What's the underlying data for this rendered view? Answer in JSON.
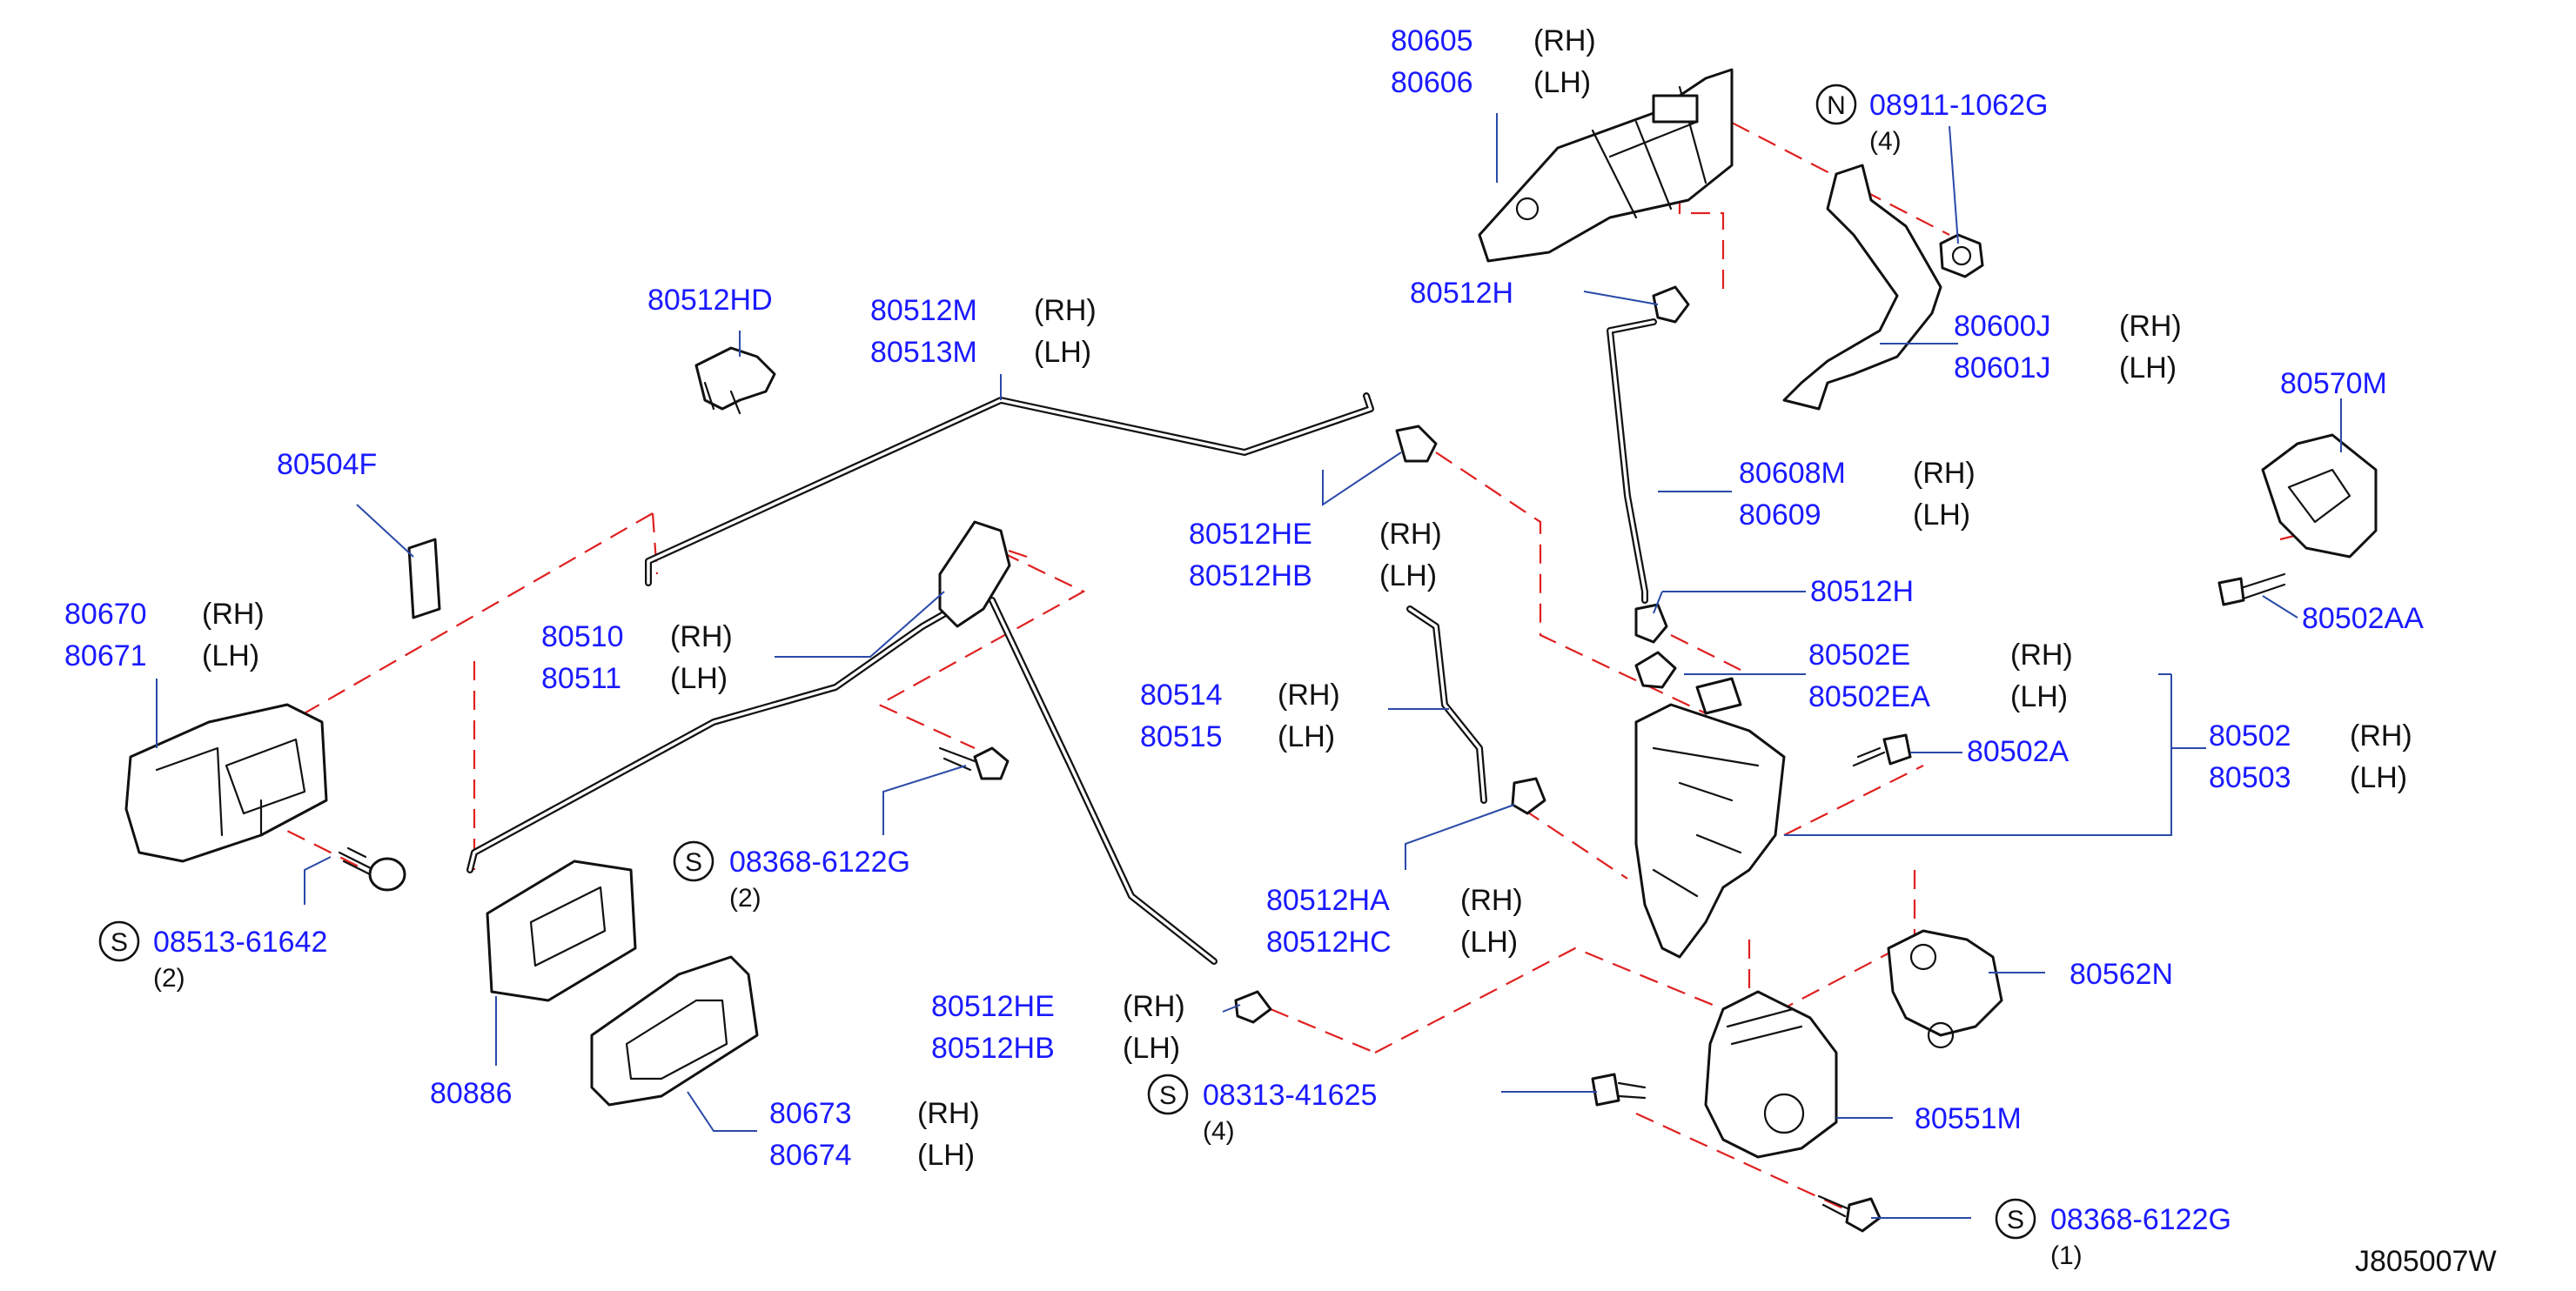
{
  "labels": {
    "l80605": "80605",
    "l80605_side": "(RH)",
    "l80606": "80606",
    "l80606_side": "(LH)",
    "l08911": "08911-1062G",
    "l08911_badge": "N",
    "l08911_qty": "(4)",
    "l80512hd": "80512HD",
    "l80512m": "80512M",
    "l80512m_side": "(RH)",
    "l80513m": "80513M",
    "l80513m_side": "(LH)",
    "l80512h_top": "80512H",
    "l80600j": "80600J",
    "l80600j_side": "(RH)",
    "l80601j": "80601J",
    "l80601j_side": "(LH)",
    "l80570m": "80570M",
    "l80504f": "80504F",
    "l80608m": "80608M",
    "l80608m_side": "(RH)",
    "l80609": "80609",
    "l80609_side": "(LH)",
    "l80512he_a": "80512HE",
    "l80512he_a_side": "(RH)",
    "l80512hb_a": "80512HB",
    "l80512hb_a_side": "(LH)",
    "l80512h_mid": "80512H",
    "l80502aa": "80502AA",
    "l80670": "80670",
    "l80670_side": "(RH)",
    "l80671": "80671",
    "l80671_side": "(LH)",
    "l80510": "80510",
    "l80510_side": "(RH)",
    "l80511": "80511",
    "l80511_side": "(LH)",
    "l80502e": "80502E",
    "l80502e_side": "(RH)",
    "l80502ea": "80502EA",
    "l80502ea_side": "(LH)",
    "l80514": "80514",
    "l80514_side": "(RH)",
    "l80515": "80515",
    "l80515_side": "(LH)",
    "l80502": "80502",
    "l80502_side": "(RH)",
    "l80503": "80503",
    "l80503_side": "(LH)",
    "l80502a": "80502A",
    "l08368a": "08368-6122G",
    "l08368a_badge": "S",
    "l08368a_qty": "(2)",
    "l08513": "08513-61642",
    "l08513_badge": "S",
    "l08513_qty": "(2)",
    "l80512ha": "80512HA",
    "l80512ha_side": "(RH)",
    "l80512hc": "80512HC",
    "l80512hc_side": "(LH)",
    "l80562n": "80562N",
    "l80512he_b": "80512HE",
    "l80512he_b_side": "(RH)",
    "l80512hb_b": "80512HB",
    "l80512hb_b_side": "(LH)",
    "l80886": "80886",
    "l08313": "08313-41625",
    "l08313_badge": "S",
    "l08313_qty": "(4)",
    "l80673": "80673",
    "l80673_side": "(RH)",
    "l80674": "80674",
    "l80674_side": "(LH)",
    "l80551m": "80551M",
    "l08368b": "08368-6122G",
    "l08368b_badge": "S",
    "l08368b_qty": "(1)",
    "diagram_code": "J805007W"
  },
  "colors": {
    "part_number": "#1a1aff",
    "leader_line": "#2a4aa8",
    "dashed_guide": "#e02020",
    "outline": "#111111"
  }
}
